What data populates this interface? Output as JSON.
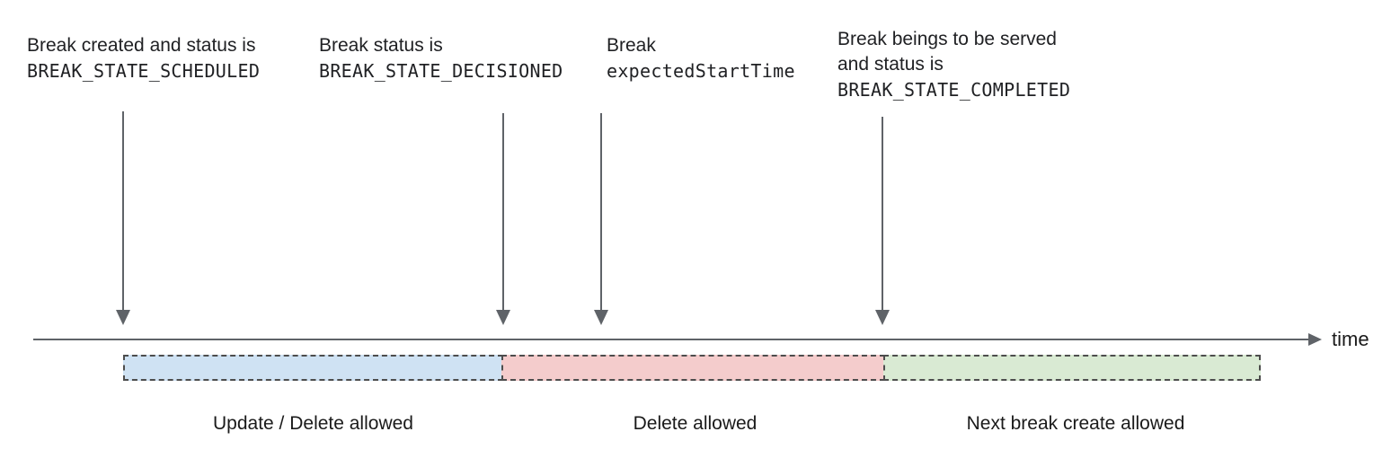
{
  "annotations": [
    {
      "lines": [
        {
          "text": "Break created and status is"
        },
        {
          "text": "BREAK_STATE_SCHEDULED"
        }
      ]
    },
    {
      "lines": [
        {
          "text": "Break status is"
        },
        {
          "text": "BREAK_STATE_DECISIONED"
        }
      ]
    },
    {
      "lines": [
        {
          "text": "Break"
        },
        {
          "text": "expectedStartTime"
        }
      ]
    },
    {
      "lines": [
        {
          "text": "Break beings to be served"
        },
        {
          "text": "and status is"
        },
        {
          "text": "BREAK_STATE_COMPLETED"
        }
      ]
    }
  ],
  "timeline": {
    "axis_label": "time"
  },
  "segments": [
    {
      "label": "Update / Delete allowed",
      "fill": "#cfe2f3"
    },
    {
      "label": "Delete allowed",
      "fill": "#f4cccc"
    },
    {
      "label": "Next break create allowed",
      "fill": "#d9ead3"
    }
  ],
  "colors": {
    "arrow": "#5f6368",
    "segment_border": "#4d4d4d",
    "text": "#202124"
  }
}
